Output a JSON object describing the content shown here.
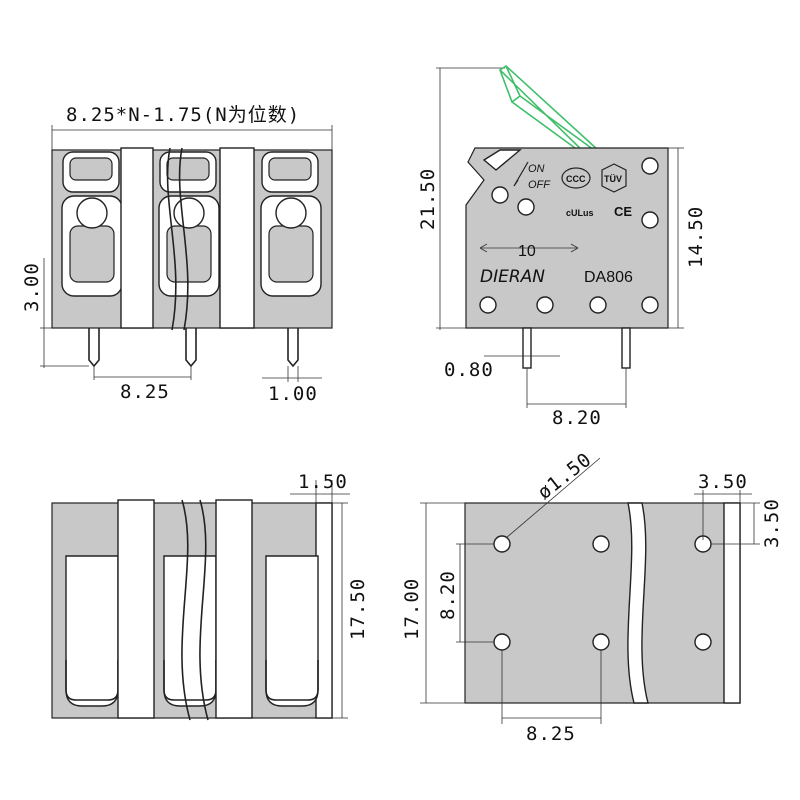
{
  "labels": {
    "formula": "8.25*N-1.75(N为位数)",
    "pitch_front": "8.25",
    "pin_width": "1.00",
    "pin_height": "3.00",
    "height_total": "21.50",
    "body_height": "14.50",
    "pin_thick": "0.80",
    "pin_span_side": "8.20",
    "logo_pitch": "10",
    "brand": "DIERAN",
    "model": "DA806",
    "switch_on": "ON",
    "switch_off": "OFF",
    "cert_ccc": "CCC",
    "cert_tuv": "TÜV",
    "cert_ul": "cULus",
    "cert_ce": "CE",
    "back_wall": "1.50",
    "back_depth": "17.50",
    "hole_dia": "ø1.50",
    "bottom_depth": "17.00",
    "hole_row_gap": "8.20",
    "hole_edge_x": "3.50",
    "hole_edge_y": "3.50",
    "hole_pitch": "8.25"
  },
  "colors": {
    "body": "#c8c8c8",
    "lever": "#3fbf6a",
    "line": "#222222"
  }
}
